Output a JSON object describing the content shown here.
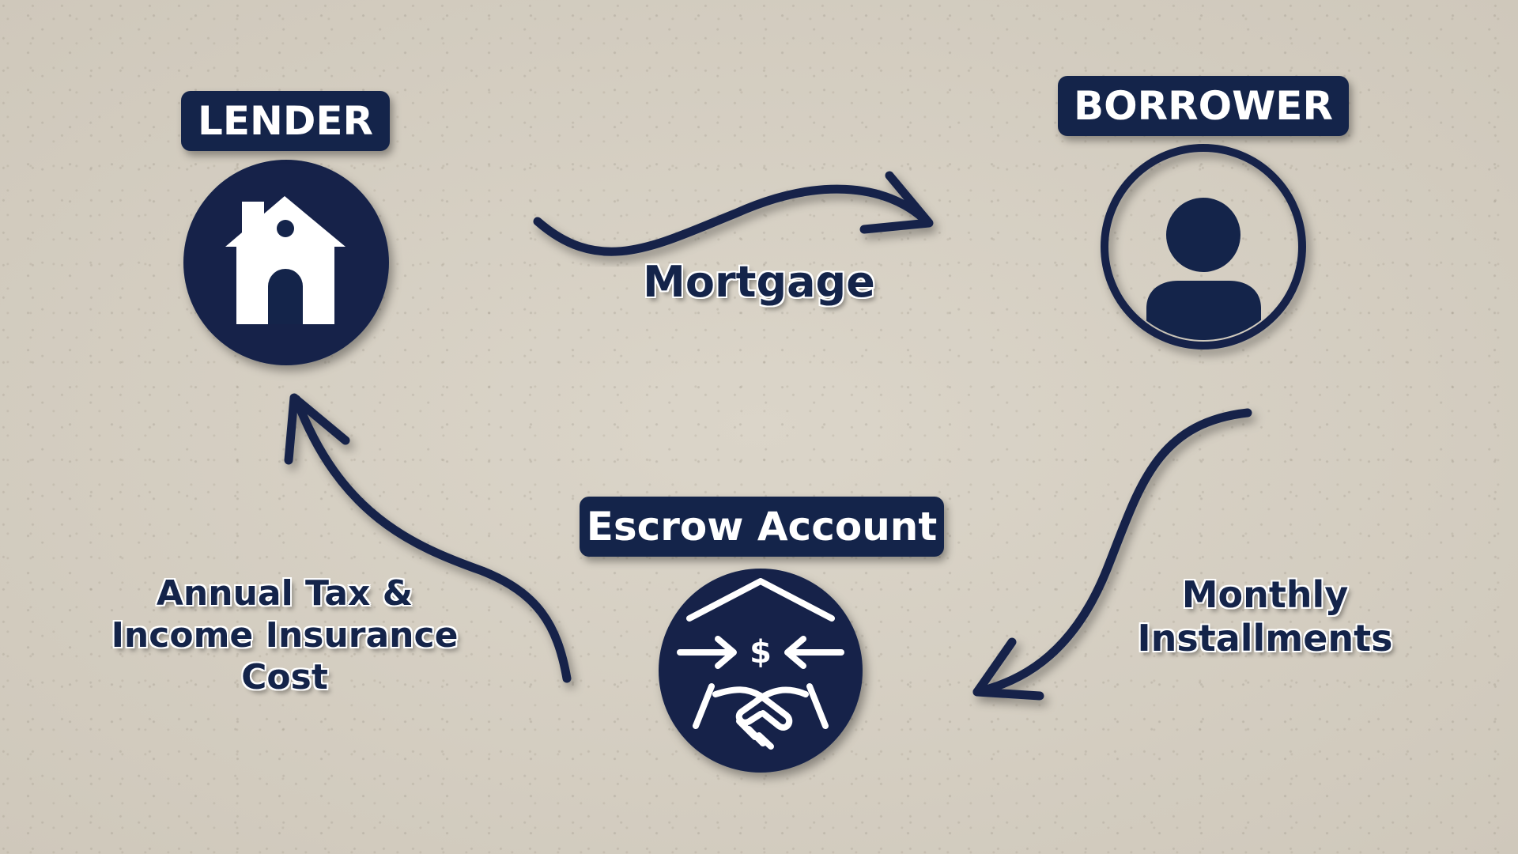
{
  "nodes": {
    "lender": {
      "label": "LENDER",
      "icon": "house-icon"
    },
    "borrower": {
      "label": "BORROWER",
      "icon": "person-icon"
    },
    "escrow": {
      "label": "Escrow Account",
      "icon": "handshake-dollar-icon"
    }
  },
  "flows": {
    "mortgage": {
      "label": "Mortgage"
    },
    "monthly": {
      "lines": [
        "Monthly",
        "Installments"
      ]
    },
    "annual": {
      "lines": [
        "Annual Tax &",
        "Income Insurance",
        "Cost"
      ]
    }
  },
  "colors": {
    "navy": "#14244a",
    "paper": "#d6d0c4",
    "white": "#ffffff"
  }
}
